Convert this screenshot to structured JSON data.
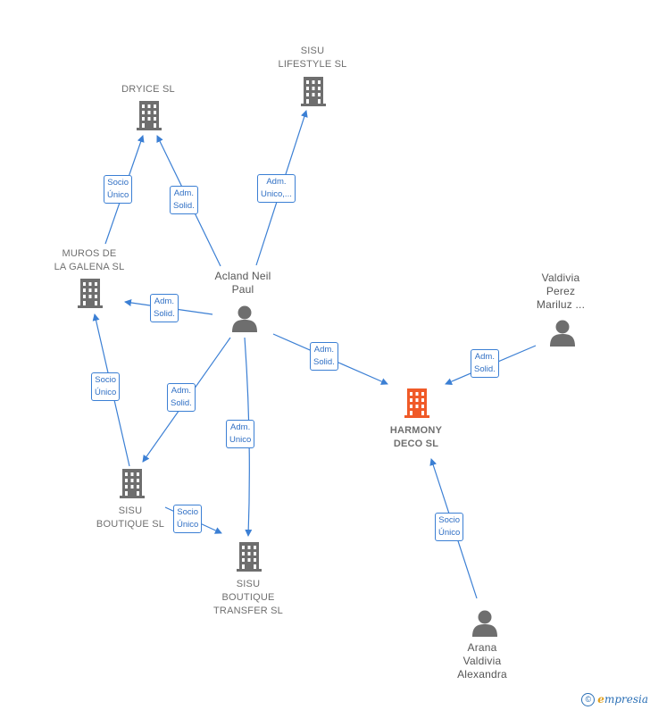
{
  "nodes": {
    "dryice": {
      "lines": [
        "DRYICE SL"
      ]
    },
    "sisu_lifestyle": {
      "lines": [
        "SISU",
        "LIFESTYLE  SL"
      ]
    },
    "muros": {
      "lines": [
        "MUROS DE",
        "LA GALENA SL"
      ]
    },
    "acland": {
      "lines": [
        "Acland Neil",
        "Paul"
      ]
    },
    "valdivia": {
      "lines": [
        "Valdivia",
        "Perez",
        "Mariluz ..."
      ]
    },
    "harmony": {
      "lines": [
        "HARMONY",
        "DECO  SL"
      ]
    },
    "sisu_boutique": {
      "lines": [
        "SISU",
        "BOUTIQUE SL"
      ]
    },
    "sisu_transfer": {
      "lines": [
        "SISU",
        "BOUTIQUE",
        "TRANSFER  SL"
      ]
    },
    "arana": {
      "lines": [
        "Arana",
        "Valdivia",
        "Alexandra"
      ]
    }
  },
  "edges": {
    "muros_dryice": {
      "lines": [
        "Socio",
        "Único"
      ]
    },
    "acland_dryice": {
      "lines": [
        "Adm.",
        "Solid."
      ]
    },
    "acland_lifestyle": {
      "lines": [
        "Adm.",
        "Unico,..."
      ]
    },
    "acland_muros": {
      "lines": [
        "Adm.",
        "Solid."
      ]
    },
    "acland_harmony": {
      "lines": [
        "Adm.",
        "Solid."
      ]
    },
    "valdivia_harmony": {
      "lines": [
        "Adm.",
        "Solid."
      ]
    },
    "boutique_muros": {
      "lines": [
        "Socio",
        "Único"
      ]
    },
    "acland_boutique": {
      "lines": [
        "Adm.",
        "Solid."
      ]
    },
    "acland_transfer": {
      "lines": [
        "Adm.",
        "Unico"
      ]
    },
    "boutique_transfer": {
      "lines": [
        "Socio",
        "Único"
      ]
    },
    "arana_harmony": {
      "lines": [
        "Socio",
        "Único"
      ]
    }
  },
  "colors": {
    "edge": "#3b7fd4",
    "building": "#6e6e6e",
    "focus_building": "#f05a28",
    "person": "#6e6e6e"
  },
  "footer": {
    "copyright": "©",
    "brand_initial": "e",
    "brand_rest": "mpresia"
  }
}
